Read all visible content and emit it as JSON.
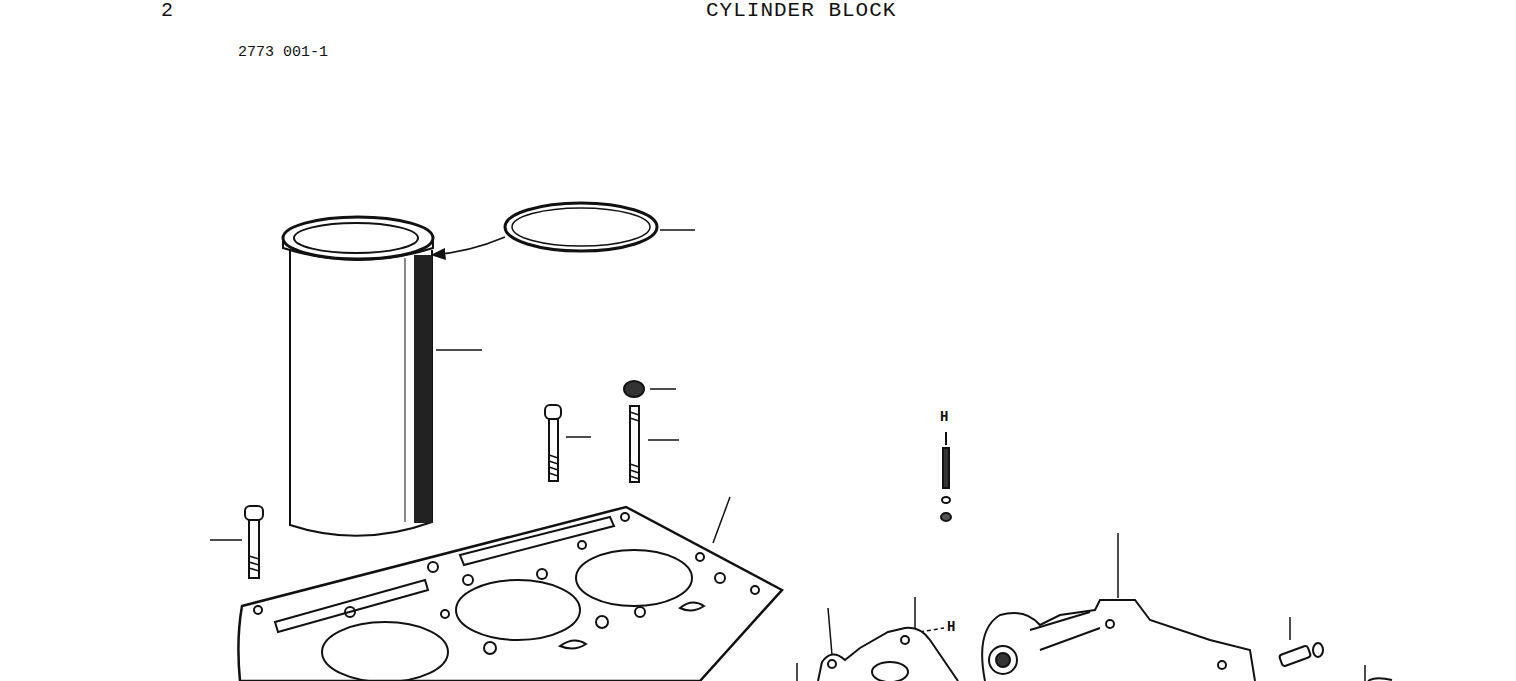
{
  "diagram": {
    "title": "CYLINDER BLOCK",
    "labels": [
      "2",
      "2773 001-1",
      "H",
      "H"
    ]
  }
}
